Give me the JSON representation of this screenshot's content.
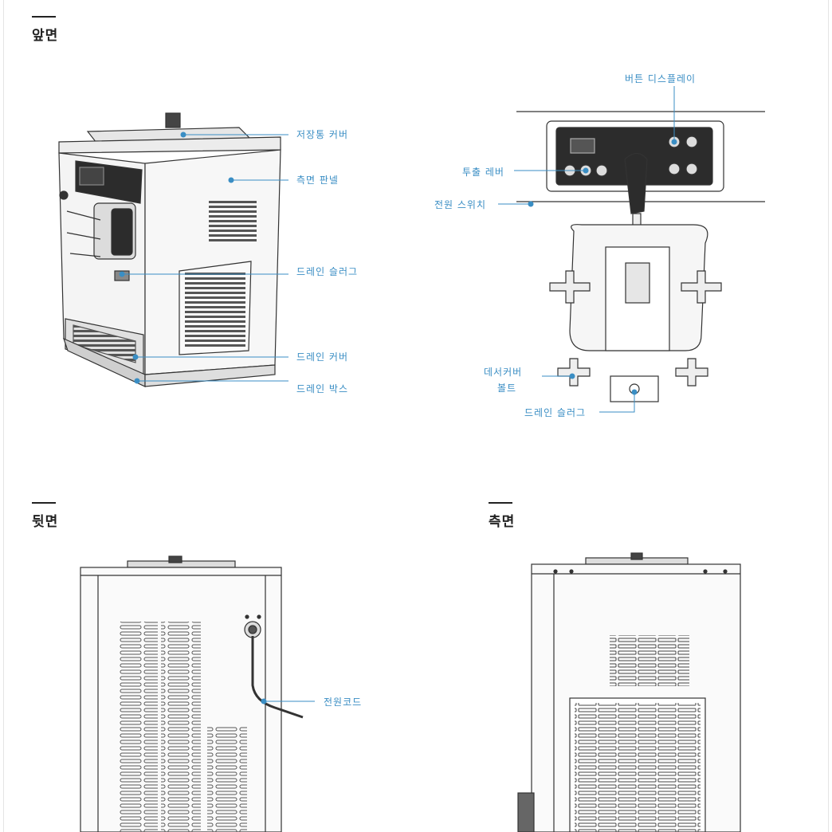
{
  "sections": {
    "front": "앞면",
    "back": "뒷면",
    "side": "측면"
  },
  "callouts": {
    "storage_cover": "저장통 커버",
    "side_panel": "측면 판넬",
    "drain_plug_front": "드레인 슬러그",
    "drain_cover": "드레인 커버",
    "drain_box": "드레인 박스",
    "button_display": "버튼 디스플레이",
    "dispense_lever": "투출 레버",
    "power_switch": "전원 스위치",
    "dessert_cover_bolt_1": "데서커버",
    "dessert_cover_bolt_2": "볼트",
    "drain_plug_detail": "드레인 슬러그",
    "power_cord": "전원코드"
  },
  "colors": {
    "callout": "#3a8ec4",
    "line": "#333333",
    "body": "#f2f2f2",
    "panel": "#2c2c2c"
  }
}
